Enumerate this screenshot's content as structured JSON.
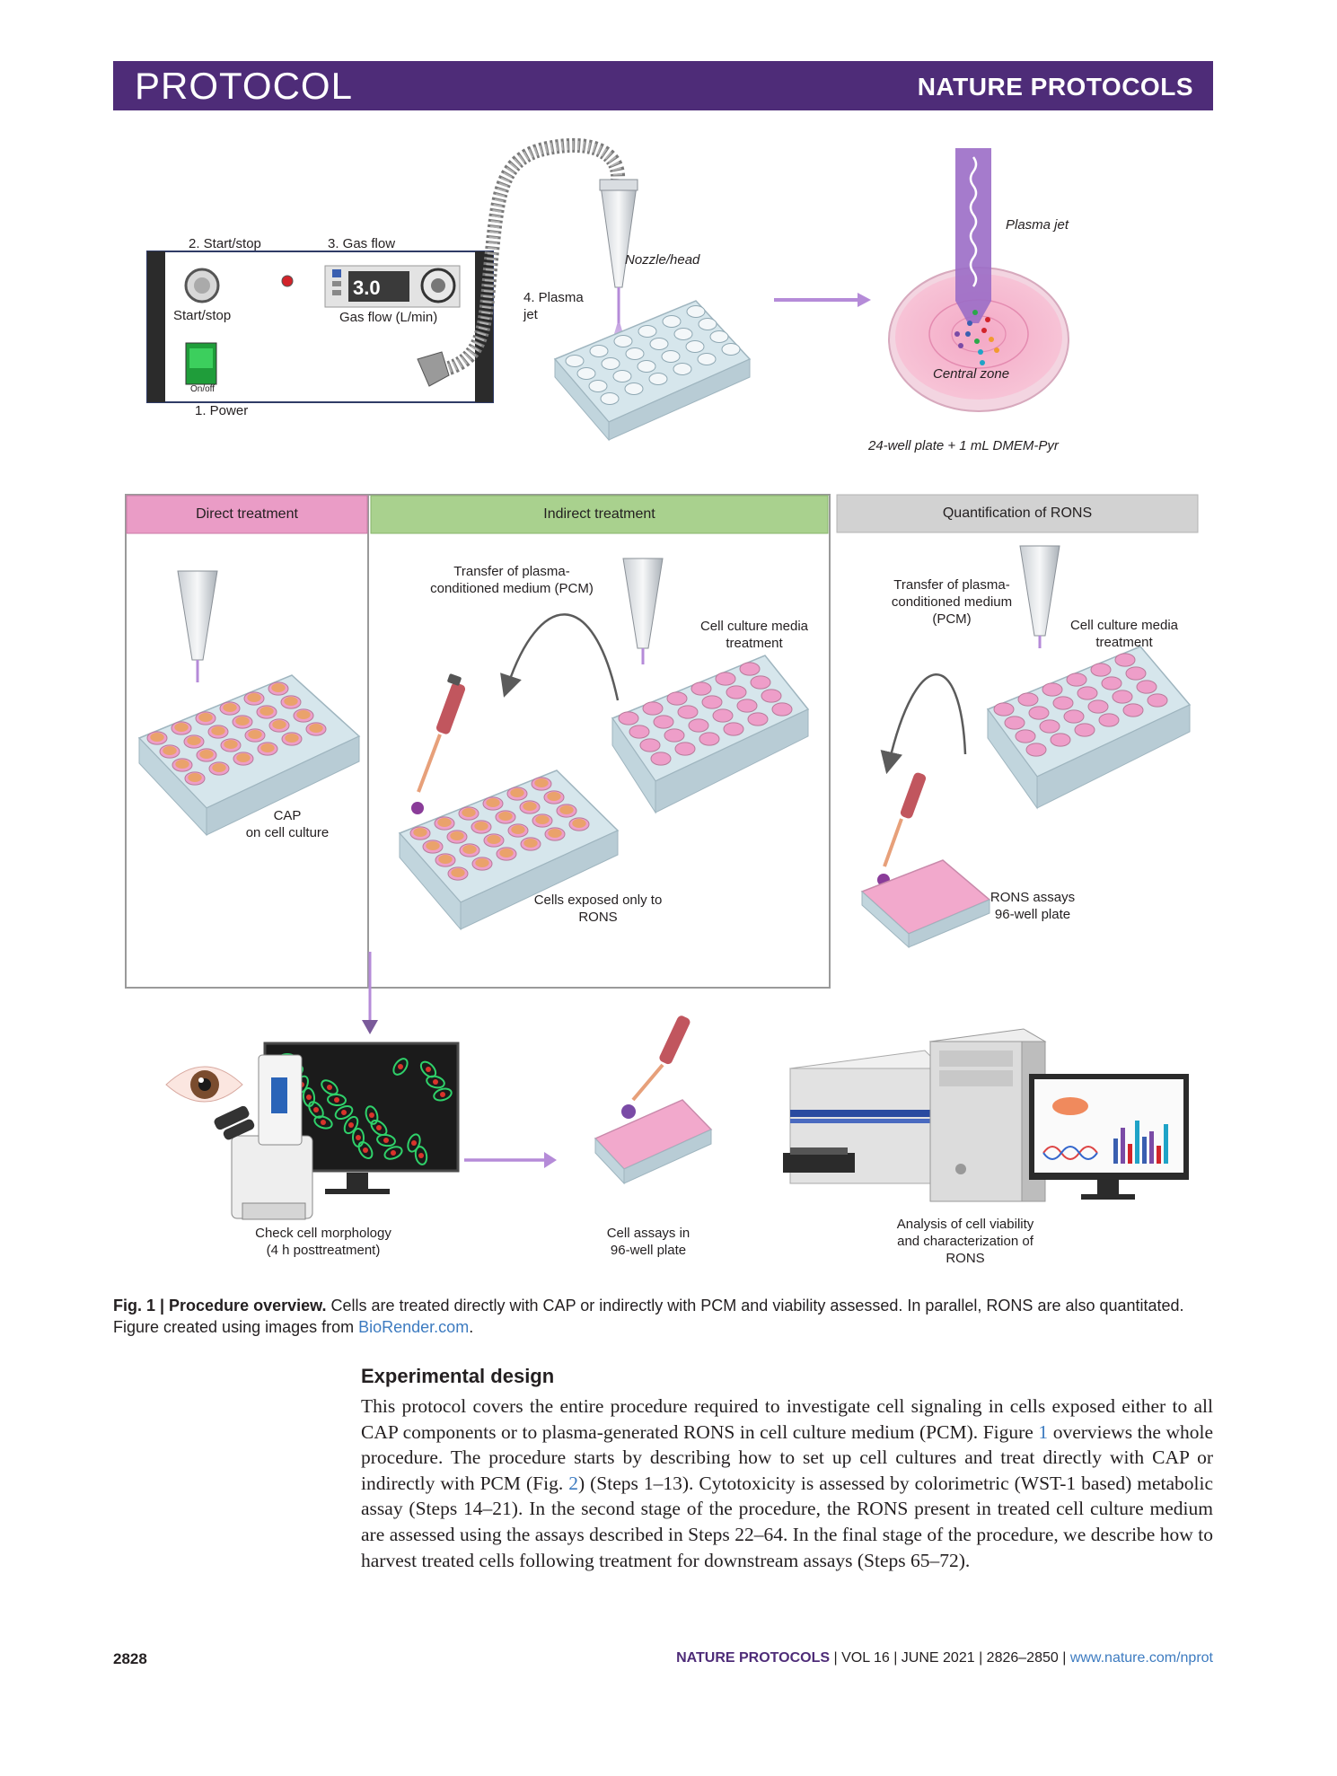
{
  "header": {
    "left": "PROTOCOL",
    "right": "NATURE PROTOCOLS"
  },
  "device": {
    "label_startstop_top": "2. Start/stop",
    "label_gasflow_top": "3. Gas flow",
    "startstop": "Start/stop",
    "display_value": "3.0",
    "gasflow_unit": "Gas flow (L/min)",
    "switch_label": "On/off",
    "power": "1. Power",
    "plasma_jet": [
      "4. Plasma",
      "jet"
    ],
    "nozzle": "Nozzle/head",
    "plasma_jet_zoom": "Plasma jet",
    "central_zone": "Central zone",
    "plate_note": "24-well plate + 1 mL DMEM-Pyr"
  },
  "panels": {
    "direct": {
      "title": "Direct treatment",
      "color": "#ea9cc6",
      "label": [
        "CAP",
        "on cell culture"
      ]
    },
    "indirect": {
      "title": "Indirect treatment",
      "color": "#a9d18e",
      "transfer": [
        "Transfer of plasma-",
        "conditioned medium (PCM)"
      ],
      "media": [
        "Cell culture media",
        "treatment"
      ],
      "cells": [
        "Cells exposed only to",
        "RONS"
      ]
    },
    "rons": {
      "title": "Quantification of RONS",
      "color": "#d2d2d2",
      "transfer": [
        "Transfer of plasma-",
        "conditioned medium",
        "(PCM)"
      ],
      "media": [
        "Cell culture media",
        "treatment"
      ],
      "assay": [
        "RONS assays",
        "96-well plate"
      ]
    }
  },
  "bottom": {
    "morphology": [
      "Check cell morphology",
      "(4 h posttreatment)"
    ],
    "assays": [
      "Cell assays in",
      "96-well plate"
    ],
    "analysis": [
      "Analysis of cell viability",
      "and characterization of",
      "RONS"
    ]
  },
  "caption": {
    "label": "Fig. 1 | Procedure overview.",
    "text": " Cells are treated directly with CAP or indirectly with PCM and viability assessed. In parallel, RONS are also quantitated. Figure created using images from ",
    "link": "BioRender.com",
    "end": "."
  },
  "section": {
    "title": "Experimental design",
    "p1": "This protocol covers the entire procedure required to investigate cell signaling in cells exposed either to all CAP components or to plasma-generated RONS in cell culture medium (PCM). Figure ",
    "ref1": "1",
    "p2": " overviews the whole procedure. The procedure starts by describing how to set up cell cultures and treat directly with CAP or indirectly with PCM (Fig. ",
    "ref2": "2",
    "p3": ") (Steps 1–13). Cytotoxicity is assessed by colorimetric (WST-1 based) metabolic assay (Steps 14–21). In the second stage of the procedure, the RONS present in treated cell culture medium are assessed using the assays described in Steps 22–64. In the final stage of the procedure, we describe how to harvest treated cells following treatment for downstream assays (Steps 65–72)."
  },
  "footer": {
    "page": "2828",
    "journal": "NATURE PROTOCOLS",
    "vol": " | VOL 16 | JUNE 2021 | 2826–2850 | ",
    "url": "www.nature.com/nprot"
  },
  "colors": {
    "brand": "#4e2c78",
    "plasma": "#b58bd8",
    "well_pink": "#ee9ec9",
    "plate": "#d6e6ec"
  }
}
